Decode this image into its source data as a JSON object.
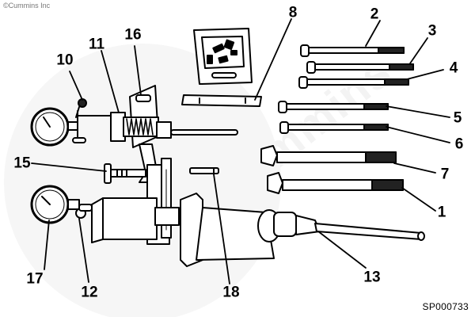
{
  "copyright": "©Cummins Inc",
  "watermark": "cummins",
  "figure_id": "SP000733",
  "callouts": [
    {
      "id": "1",
      "label": "1"
    },
    {
      "id": "2",
      "label": "2"
    },
    {
      "id": "3",
      "label": "3"
    },
    {
      "id": "4",
      "label": "4"
    },
    {
      "id": "5",
      "label": "5"
    },
    {
      "id": "6",
      "label": "6"
    },
    {
      "id": "7",
      "label": "7"
    },
    {
      "id": "8",
      "label": "8"
    },
    {
      "id": "10",
      "label": "10"
    },
    {
      "id": "11",
      "label": "11"
    },
    {
      "id": "12",
      "label": "12"
    },
    {
      "id": "13",
      "label": "13"
    },
    {
      "id": "15",
      "label": "15"
    },
    {
      "id": "16",
      "label": "16"
    },
    {
      "id": "17",
      "label": "17"
    },
    {
      "id": "18",
      "label": "18"
    }
  ]
}
